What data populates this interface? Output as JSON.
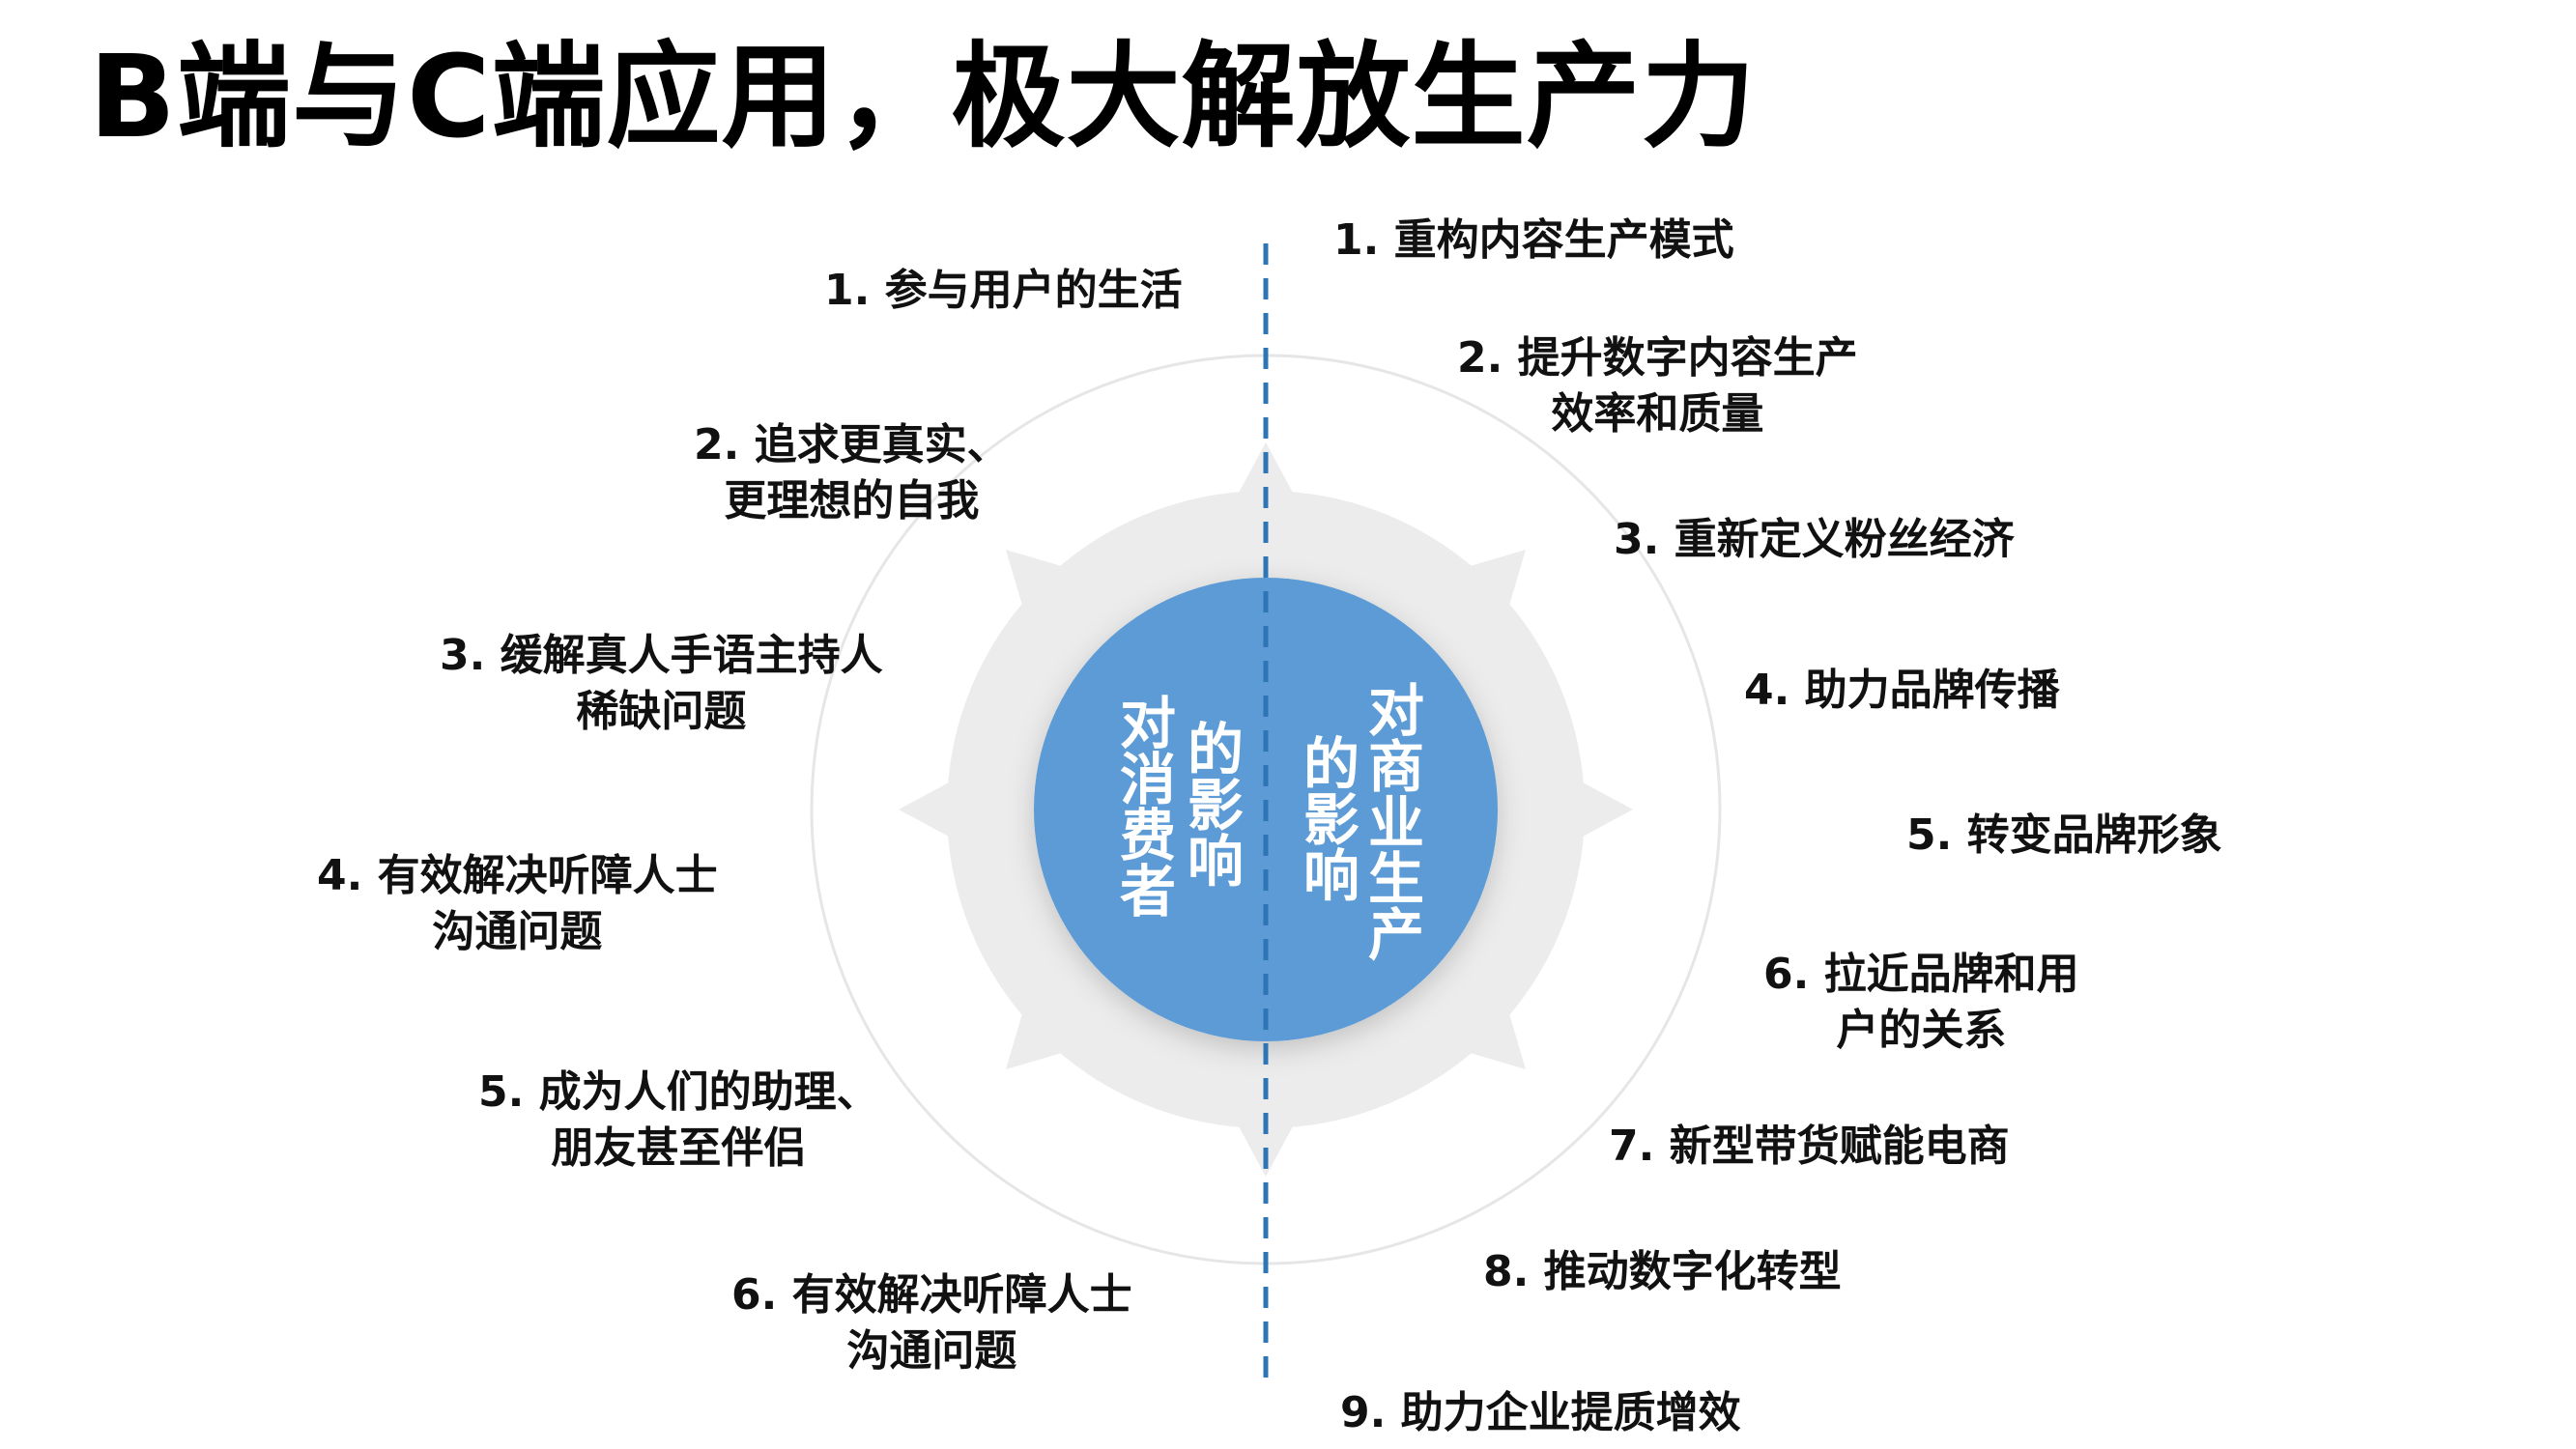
{
  "title": "B端与C端应用，极大解放生产力",
  "center": {
    "left_col1": "对消费者",
    "left_col2": "的影响",
    "right_col1": "对商业生产",
    "right_col2": "的影响"
  },
  "left_items": [
    {
      "line1": "1. 参与用户的生活",
      "line2": ""
    },
    {
      "line1": "2. 追求更真实、",
      "line2": "更理想的自我"
    },
    {
      "line1": "3. 缓解真人手语主持人",
      "line2": "稀缺问题"
    },
    {
      "line1": "4. 有效解决听障人士",
      "line2": "沟通问题"
    },
    {
      "line1": "5. 成为人们的助理、",
      "line2": "朋友甚至伴侣"
    },
    {
      "line1": "6. 有效解决听障人士",
      "line2": "沟通问题"
    }
  ],
  "right_items": [
    {
      "line1": "1. 重构内容生产模式",
      "line2": ""
    },
    {
      "line1": "2. 提升数字内容生产",
      "line2": "效率和质量"
    },
    {
      "line1": "3. 重新定义粉丝经济",
      "line2": ""
    },
    {
      "line1": "4. 助力品牌传播",
      "line2": ""
    },
    {
      "line1": "5. 转变品牌形象",
      "line2": ""
    },
    {
      "line1": "6. 拉近品牌和用",
      "line2": "户的关系"
    },
    {
      "line1": "7. 新型带货赋能电商",
      "line2": ""
    },
    {
      "line1": "8. 推动数字化转型",
      "line2": ""
    },
    {
      "line1": "9. 助力企业提质增效",
      "line2": ""
    }
  ],
  "colors": {
    "circle_blue": "#5b9bd5",
    "divider_blue": "#2e75b6",
    "gear_gray": "#ececec",
    "ring_gray": "#e6e6e6"
  }
}
